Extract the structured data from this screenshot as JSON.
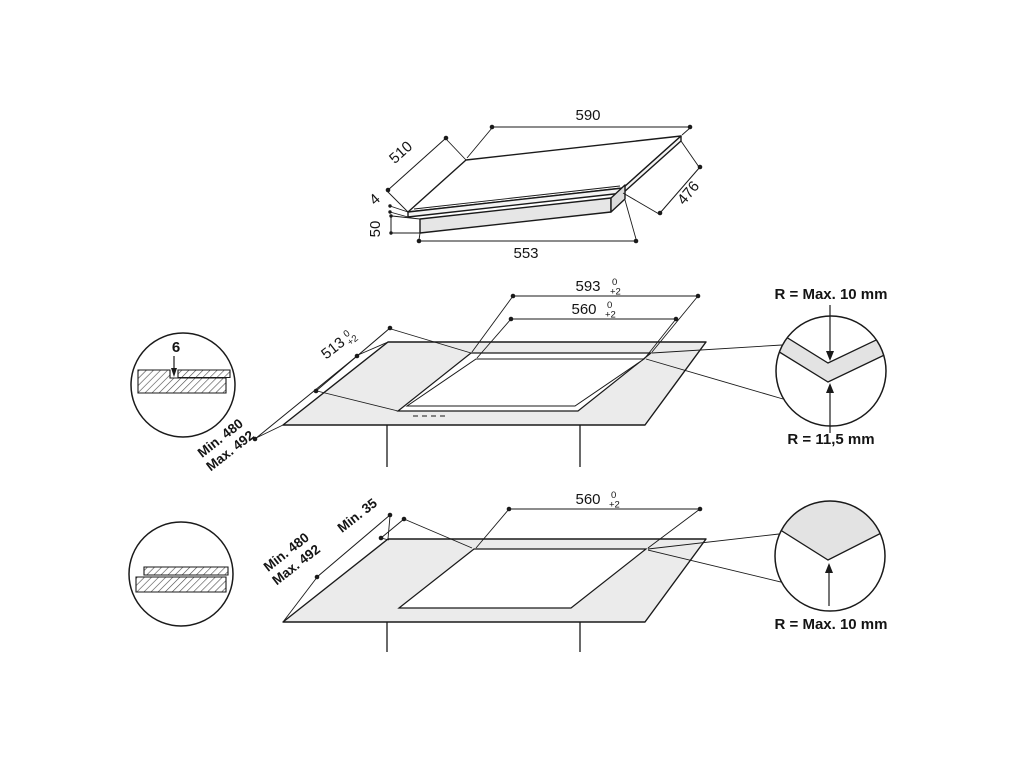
{
  "colors": {
    "line": "#1a1a1a",
    "countertop": "#ebebeb",
    "ledge_band": "#e3e3e3",
    "background": "#ffffff"
  },
  "top_view": {
    "dim_width_top": "590",
    "dim_depth_left": "510",
    "dim_depth_right": "476",
    "dim_width_bottom": "553",
    "dim_glass_thickness": "4",
    "dim_base_height": "50"
  },
  "middle_view": {
    "dim_outer_width": {
      "value": "593",
      "tol_top": "0",
      "tol_bottom": "+2"
    },
    "dim_inner_width": {
      "value": "560",
      "tol_top": "0",
      "tol_bottom": "+2"
    },
    "dim_depth": {
      "value": "513",
      "tol_top": "0",
      "tol_bottom": "+2"
    },
    "dim_min_depth": "Min. 480",
    "dim_max_depth": "Max. 492",
    "detail_groove_depth": "6",
    "radius_outer": "R = Max. 10 mm",
    "radius_inner": "R = 11,5 mm"
  },
  "bottom_view": {
    "dim_inner_width": {
      "value": "560",
      "tol_top": "0",
      "tol_bottom": "+2"
    },
    "dim_rear_clearance": "Min. 35",
    "dim_min_depth": "Min. 480",
    "dim_max_depth": "Max. 492",
    "radius_max": "R = Max. 10 mm"
  }
}
